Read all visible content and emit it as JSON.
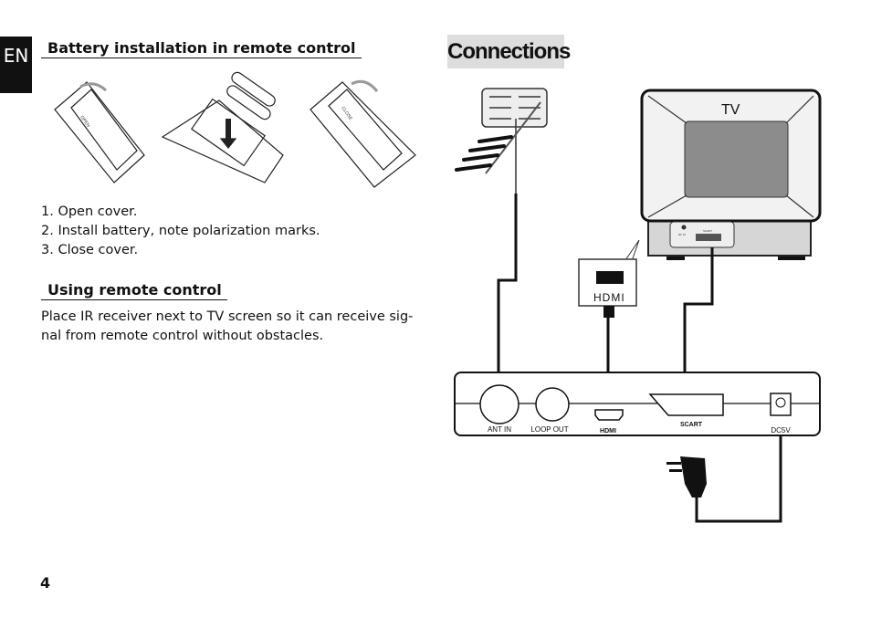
{
  "side_tab": "EN",
  "battery": {
    "heading": "Battery installation in remote control",
    "steps": [
      "1. Open cover.",
      "2. Install battery, note polarization marks.",
      "3. Close cover."
    ],
    "open_label": "OPEN",
    "close_label": "CLOSE"
  },
  "remote": {
    "heading": "Using remote control",
    "text": "Place IR receiver next to TV screen so it can receive sig-nal from remote control without obstacles."
  },
  "connections": {
    "title": "Connections",
    "tv_label": "TV",
    "tv_scart_label": "SCART",
    "tv_rfin_label": "RF IN",
    "hdmi_cable_label": "HDMI",
    "ports": {
      "ant_in": "ANT IN",
      "loop_out": "LOOP OUT",
      "hdmi": "HDMI",
      "scart": "SCART",
      "dc": "DC5V"
    }
  },
  "page_number": "4"
}
